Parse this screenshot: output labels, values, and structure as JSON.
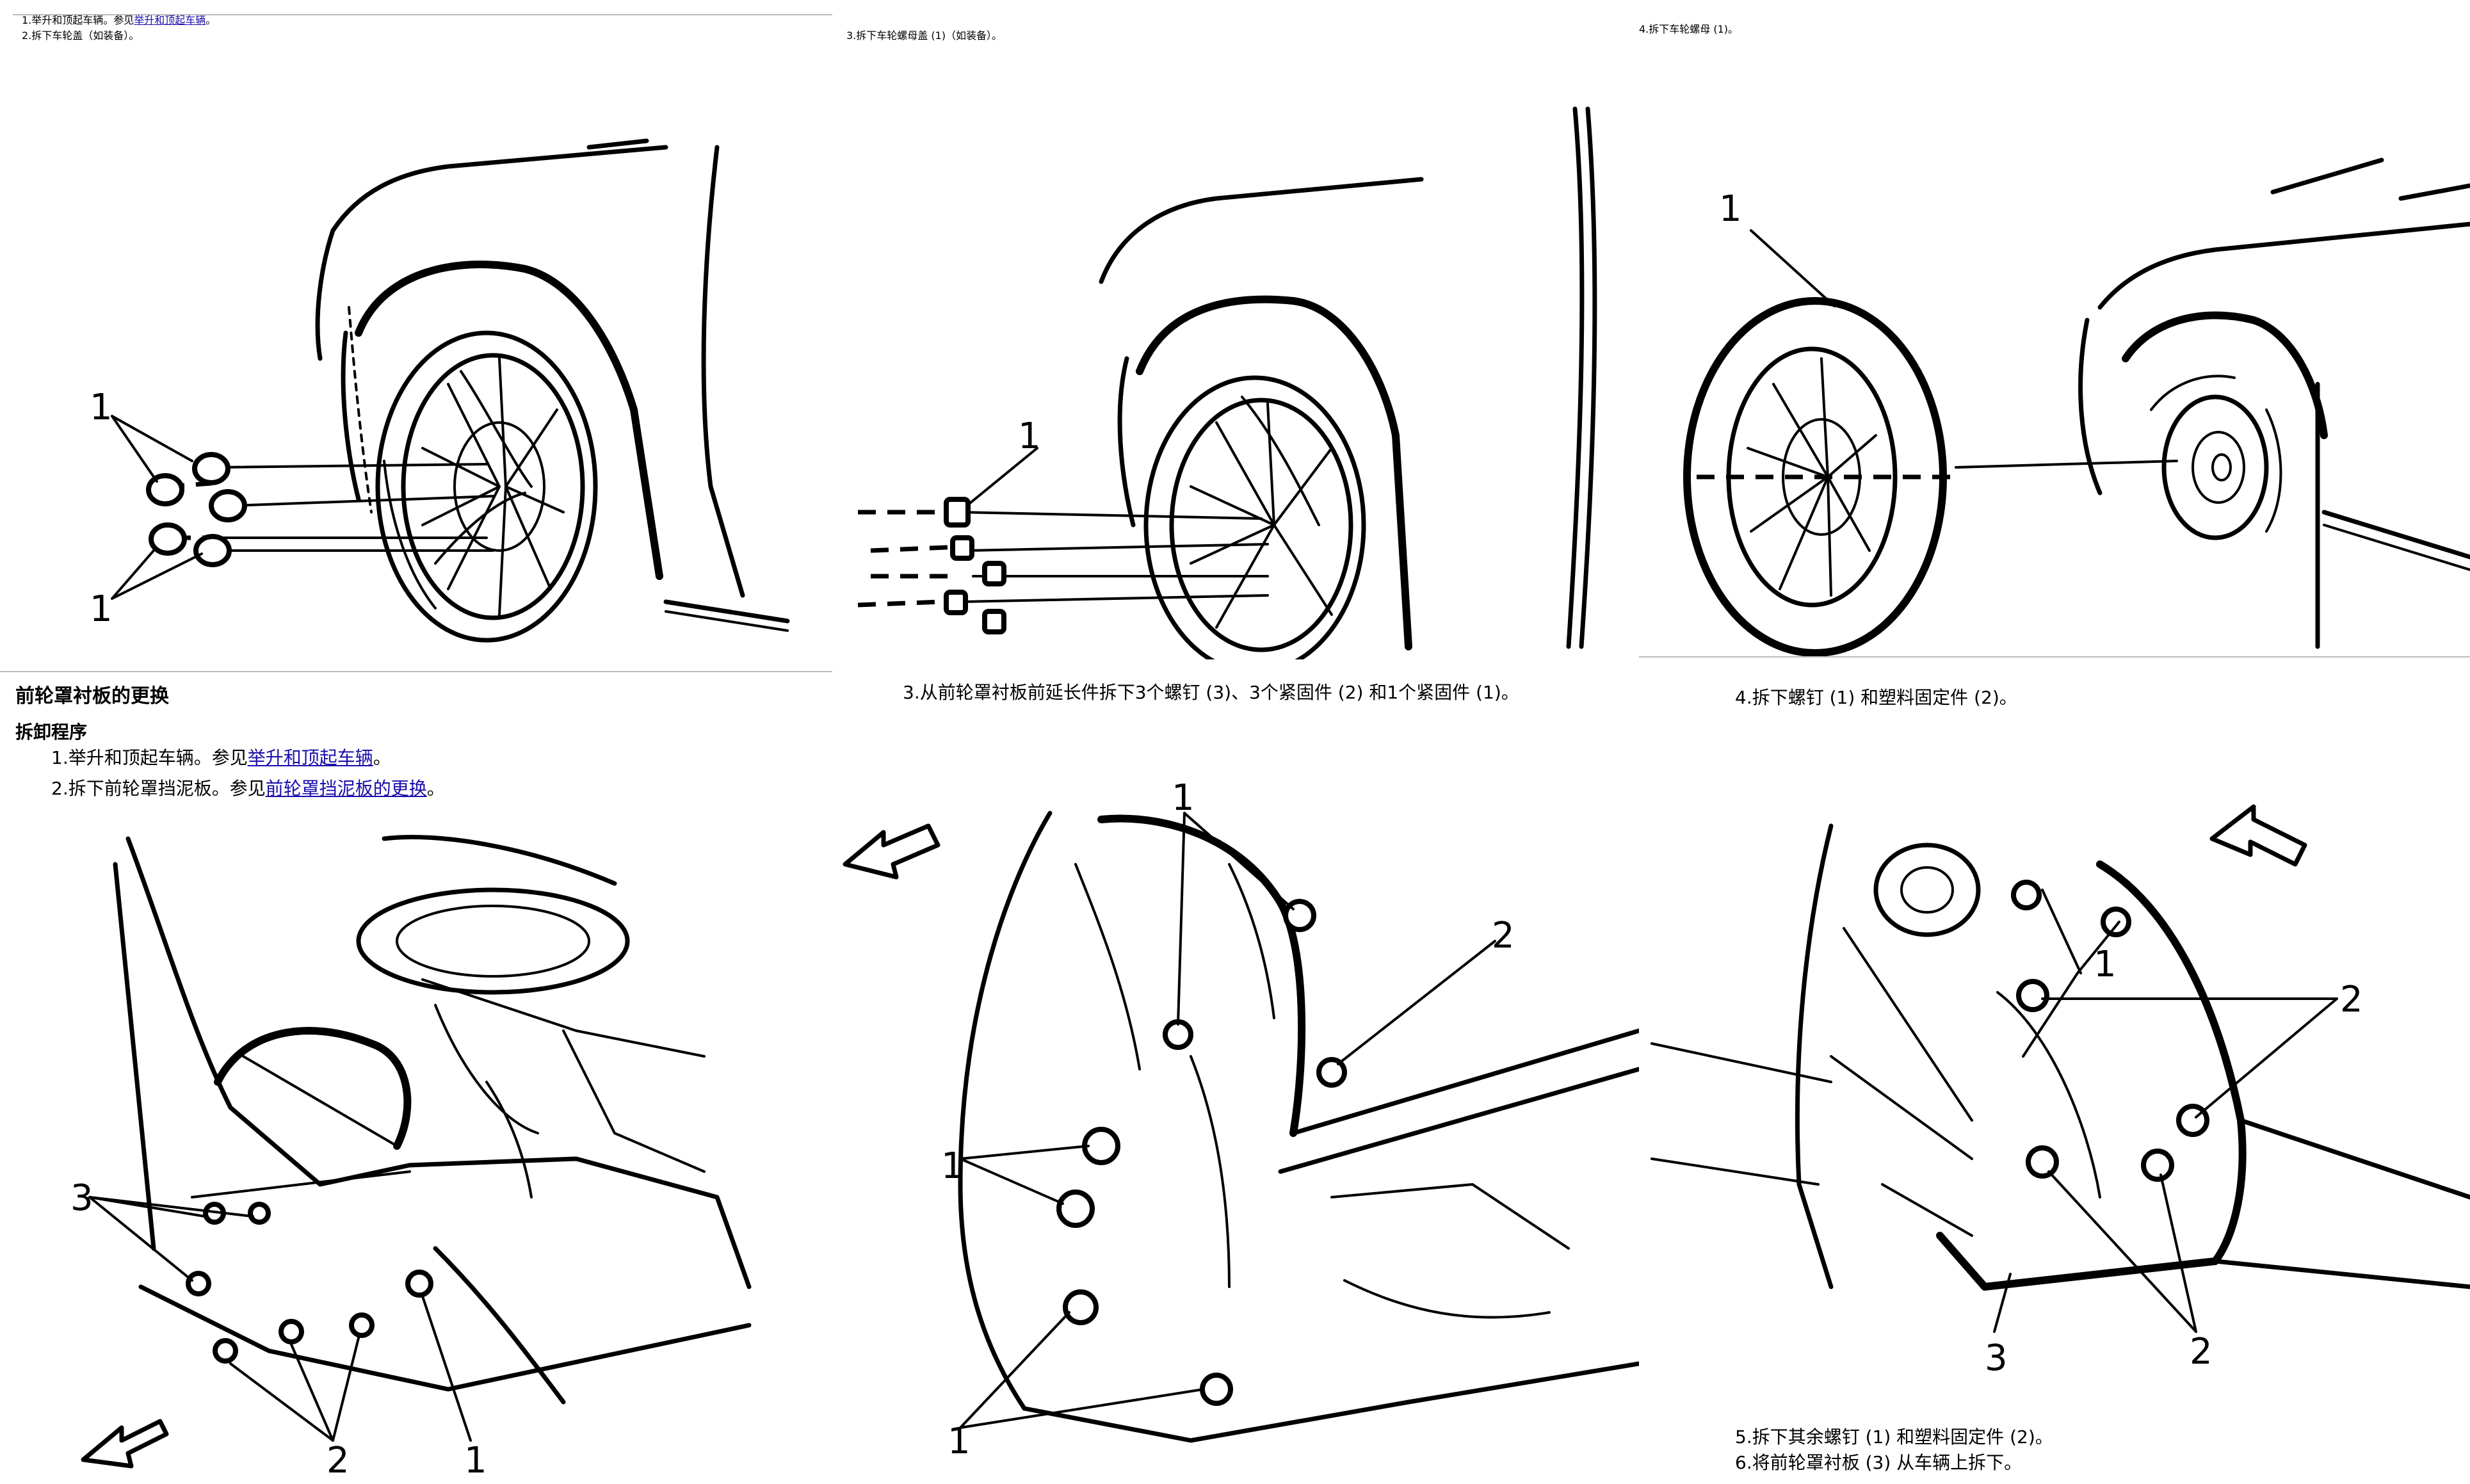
{
  "top_left": {
    "notes": {
      "step1_prefix": "1.举升和顶起车辆。参见",
      "step1_link": "举升和顶起车辆",
      "step1_suffix": "。",
      "step2": "2.拆下车轮盖（如装备）。"
    },
    "callouts": [
      "1",
      "1"
    ]
  },
  "top_middle": {
    "note": "3.拆下车轮螺母盖 (1)（如装备）。",
    "callouts": [
      "1"
    ]
  },
  "top_right": {
    "note": "4.拆下车轮螺母 (1)。",
    "callouts": [
      "1"
    ]
  },
  "bottom_left": {
    "title": "前轮罩衬板的更换",
    "subtitle": "拆卸程序",
    "step1_prefix": "1.举升和顶起车辆。参见",
    "step1_link": "举升和顶起车辆",
    "step1_suffix": "。",
    "step2_prefix": "2.拆下前轮罩挡泥板。参见",
    "step2_link": "前轮罩挡泥板的更换",
    "step2_suffix": "。",
    "callouts": [
      "3",
      "2",
      "1"
    ]
  },
  "bottom_middle": {
    "caption": "3.从前轮罩衬板前延长件拆下3个螺钉 (3)、3个紧固件 (2) 和1个紧固件 (1)。",
    "callouts": [
      "1",
      "2",
      "1",
      "1"
    ]
  },
  "bottom_right": {
    "caption": "4.拆下螺钉 (1) 和塑料固定件 (2)。",
    "caption_step5": "5.拆下其余螺钉 (1) 和塑料固定件 (2)。",
    "caption_step6": "6.将前轮罩衬板 (3) 从车辆上拆下。",
    "callouts": [
      "1",
      "2",
      "3",
      "2"
    ]
  }
}
